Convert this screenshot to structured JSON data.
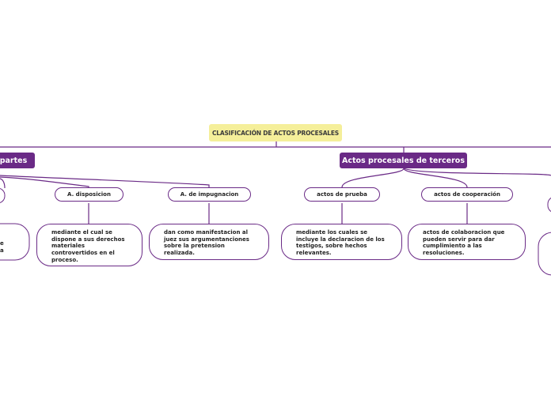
{
  "root": {
    "label": "CLASIFICACIÓN DE ACTOS PROCESALES"
  },
  "branches": [
    {
      "label": "partes"
    },
    {
      "label": "Actos procesales de terceros"
    }
  ],
  "partes_children": [
    {
      "label": "A. disposicion",
      "description": "mediante el cual se dispone a sus derechos materiales controvertidos en el proceso."
    },
    {
      "label": "A. de impugnacion",
      "description": "dan como manifestacion al juez sus argumentanciones sobre la pretension realizada."
    }
  ],
  "terceros_children": [
    {
      "label": "actos de prueba",
      "description": "mediante los cuales se incluye la declaracion de los testigos, sobre hechos relevantes."
    },
    {
      "label": "actos de cooperación",
      "description": "actos de colaboracion que pueden servir para dar cumplimiento a las resoluciones."
    }
  ],
  "cut_off_text": {
    "line1": "e",
    "line2": "a"
  },
  "colors": {
    "line": "#6a2a86",
    "main_fill": "#6a2a86",
    "root_fill": "#f5ef9a"
  }
}
